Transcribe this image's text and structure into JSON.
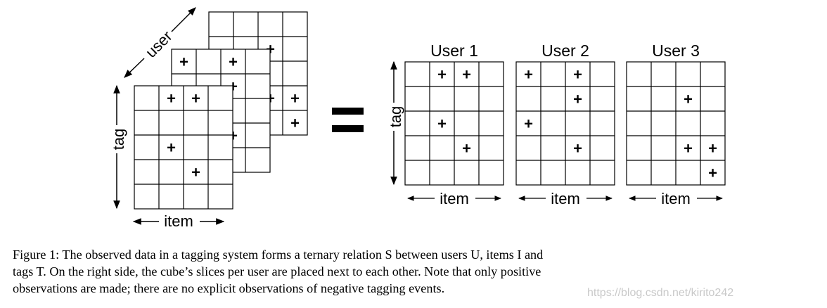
{
  "labels": {
    "user": "user",
    "tag": "tag",
    "item": "item",
    "equals": "="
  },
  "user_titles": [
    "User 1",
    "User 2",
    "User 3"
  ],
  "plus_symbol": "+",
  "grid": {
    "rows": 5,
    "cols": 4
  },
  "user_slices": [
    {
      "name": "User 1",
      "plus_cells": [
        [
          0,
          1
        ],
        [
          0,
          2
        ],
        [
          2,
          1
        ],
        [
          3,
          2
        ]
      ]
    },
    {
      "name": "User 2",
      "plus_cells": [
        [
          0,
          0
        ],
        [
          0,
          2
        ],
        [
          1,
          2
        ],
        [
          2,
          0
        ],
        [
          3,
          2
        ]
      ]
    },
    {
      "name": "User 3",
      "plus_cells": [
        [
          1,
          2
        ],
        [
          3,
          2
        ],
        [
          3,
          3
        ],
        [
          4,
          3
        ]
      ]
    }
  ],
  "cube_layers": [
    {
      "layer": "back",
      "plus_cells": [
        [
          1,
          2
        ],
        [
          3,
          2
        ],
        [
          3,
          3
        ],
        [
          4,
          3
        ]
      ]
    },
    {
      "layer": "middle",
      "plus_cells": [
        [
          0,
          0
        ],
        [
          0,
          2
        ],
        [
          1,
          2
        ],
        [
          2,
          0
        ],
        [
          3,
          2
        ]
      ]
    },
    {
      "layer": "front",
      "plus_cells": [
        [
          0,
          1
        ],
        [
          0,
          2
        ],
        [
          2,
          1
        ],
        [
          3,
          2
        ]
      ]
    }
  ],
  "caption": {
    "lines": [
      "Figure 1: The observed data in a tagging system forms a ternary relation S between users U, items I and",
      "tags T. On the right side, the cube’s slices per user are placed next to each other. Note that only positive",
      "observations are made; there are no explicit observations of negative tagging events."
    ]
  },
  "watermark": "https://blog.csdn.net/kirito242"
}
